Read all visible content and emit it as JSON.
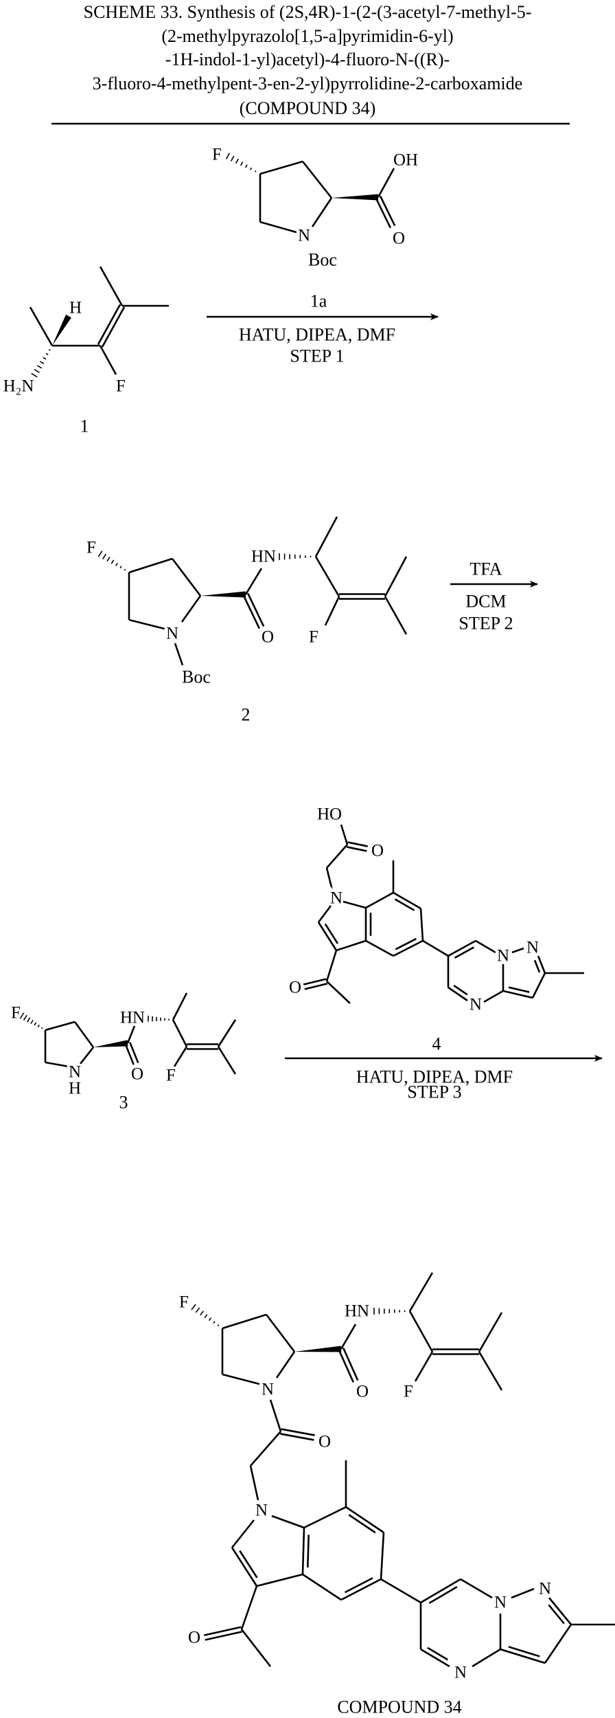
{
  "title": {
    "lines": [
      "SCHEME 33. Synthesis of (2S,4R)-1-(2-(3-acetyl-7-methyl-5-",
      "(2-methylpyrazolo[1,5-a]pyrimidin-6-yl)",
      "-1H-indol-1-yl)acetyl)-4-fluoro-N-((R)-",
      "3-fluoro-4-methylpent-3-en-2-yl)pyrrolidine-2-carboxamide",
      "(COMPOUND 34)"
    ]
  },
  "atoms": {
    "F": "F",
    "N": "N",
    "H": "H",
    "HN": "HN",
    "OH": "OH",
    "HO": "HO",
    "O": "O",
    "Boc": "Boc",
    "H2N": "H₂N"
  },
  "compounds": {
    "c1": "1",
    "c1a": "1a",
    "c2": "2",
    "c3": "3",
    "c4": "4",
    "c34": "COMPOUND 34"
  },
  "steps": [
    {
      "reagent": "1a",
      "conditions": "HATU, DIPEA, DMF",
      "step": "STEP 1"
    },
    {
      "reagent": "TFA",
      "conditions": "DCM",
      "step": "STEP 2"
    },
    {
      "reagent": "4",
      "conditions": "HATU, DIPEA, DMF",
      "step": "STEP 3"
    }
  ]
}
